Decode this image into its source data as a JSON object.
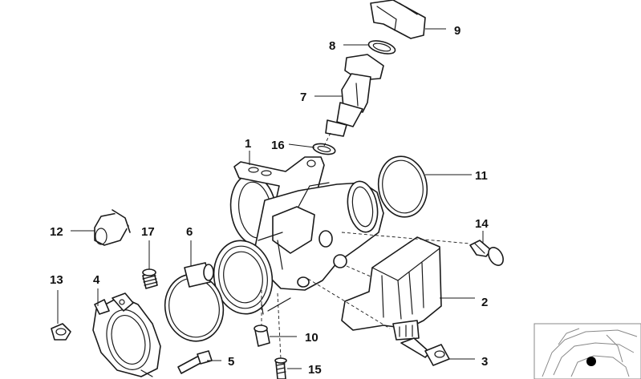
{
  "callouts": [
    {
      "id": "c1",
      "label": "1"
    },
    {
      "id": "c2",
      "label": "2"
    },
    {
      "id": "c3",
      "label": "3"
    },
    {
      "id": "c4",
      "label": "4"
    },
    {
      "id": "c5",
      "label": "5"
    },
    {
      "id": "c6",
      "label": "6"
    },
    {
      "id": "c7",
      "label": "7"
    },
    {
      "id": "c8",
      "label": "8"
    },
    {
      "id": "c9",
      "label": "9"
    },
    {
      "id": "c10",
      "label": "10"
    },
    {
      "id": "c11",
      "label": "11"
    },
    {
      "id": "c12",
      "label": "12"
    },
    {
      "id": "c13",
      "label": "13"
    },
    {
      "id": "c14",
      "label": "14"
    },
    {
      "id": "c15",
      "label": "15"
    },
    {
      "id": "c16",
      "label": "16"
    },
    {
      "id": "c17",
      "label": "17"
    }
  ],
  "colors": {
    "line": "#1a1a1a",
    "thumbnail": "#888888",
    "background": "#ffffff"
  },
  "icons": {
    "location_thumbnail": "vehicle-location-thumbnail"
  }
}
